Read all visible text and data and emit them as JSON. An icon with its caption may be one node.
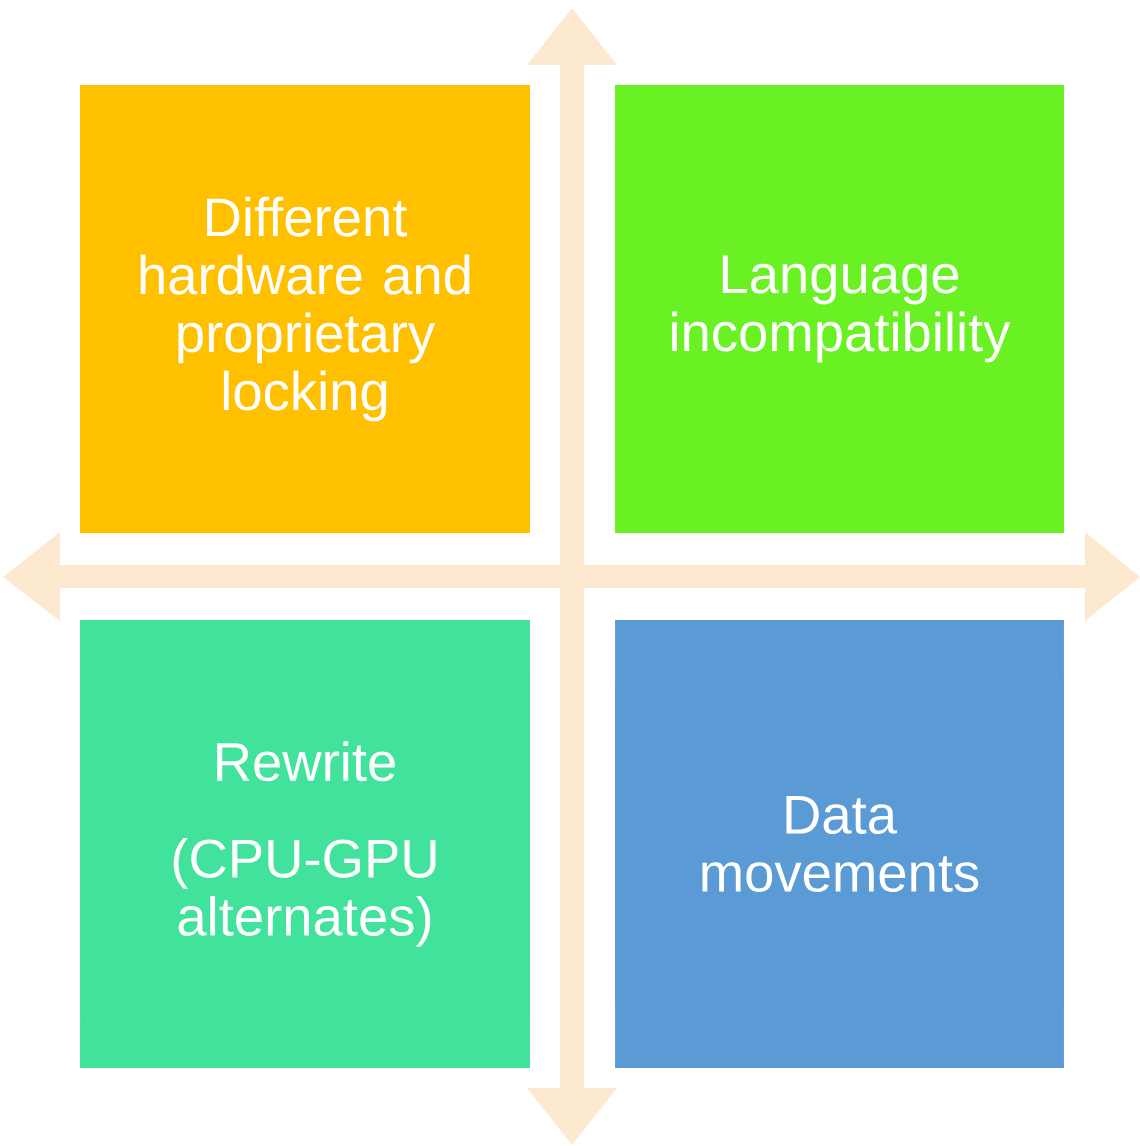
{
  "diagram": {
    "nodes": [
      {
        "text": [
          "Different hardware and proprietary locking"
        ]
      },
      {
        "text": [
          "Language incompatibility"
        ]
      },
      {
        "text": [
          "Rewrite",
          "(CPU-GPU alternates)"
        ]
      },
      {
        "text": [
          "Data movements"
        ]
      }
    ]
  }
}
